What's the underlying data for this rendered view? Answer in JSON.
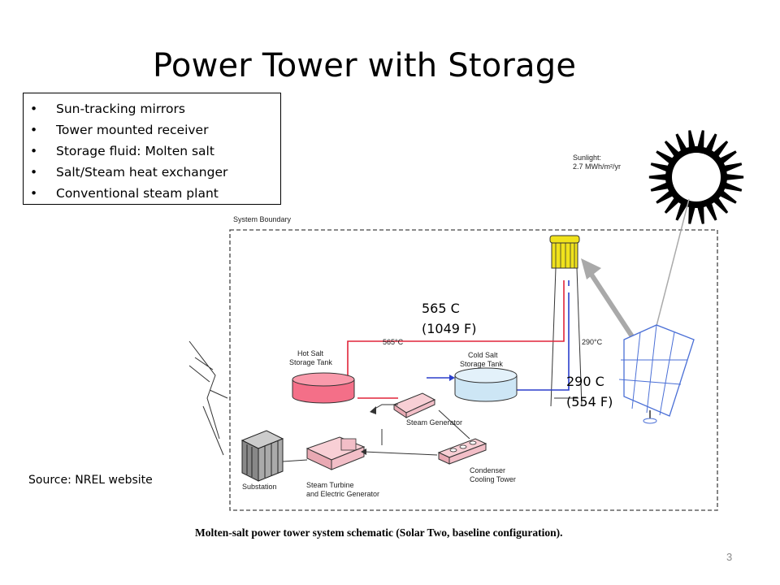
{
  "slide": {
    "title": "Power Tower with Storage",
    "bullets": [
      "Sun-tracking mirrors",
      "Tower mounted receiver",
      "Storage fluid: Molten salt",
      "Salt/Steam heat exchanger",
      "Conventional steam plant"
    ],
    "source": "Source: NREL website",
    "page_number": "3"
  },
  "diagram": {
    "sunlight_label": "Sunlight:",
    "sunlight_value": "2.7 MWh/m²/yr",
    "system_boundary": "System Boundary",
    "hot_tank": [
      "Hot Salt",
      "Storage Tank"
    ],
    "cold_tank": [
      "Cold Salt",
      "Storage Tank"
    ],
    "hot_temp_small": "565°C",
    "cold_temp_small": "290°C",
    "steam_generator": "Steam Generator",
    "condenser": [
      "Condenser",
      "Cooling Tower"
    ],
    "turbine": [
      "Steam Turbine",
      "and Electric Generator"
    ],
    "substation": "Substation",
    "hot_temp_c": "565 C",
    "hot_temp_f": "(1049 F)",
    "cold_temp_c": "290 C",
    "cold_temp_f": "(554 F)",
    "caption": "Molten-salt power tower system schematic (Solar Two, baseline configuration).",
    "colors": {
      "hot": "#e0253a",
      "cold": "#2b3fcc",
      "hot_tank": "#f46f88",
      "cold_tank": "#cde6f5",
      "receiver": "#f0e21c"
    }
  }
}
